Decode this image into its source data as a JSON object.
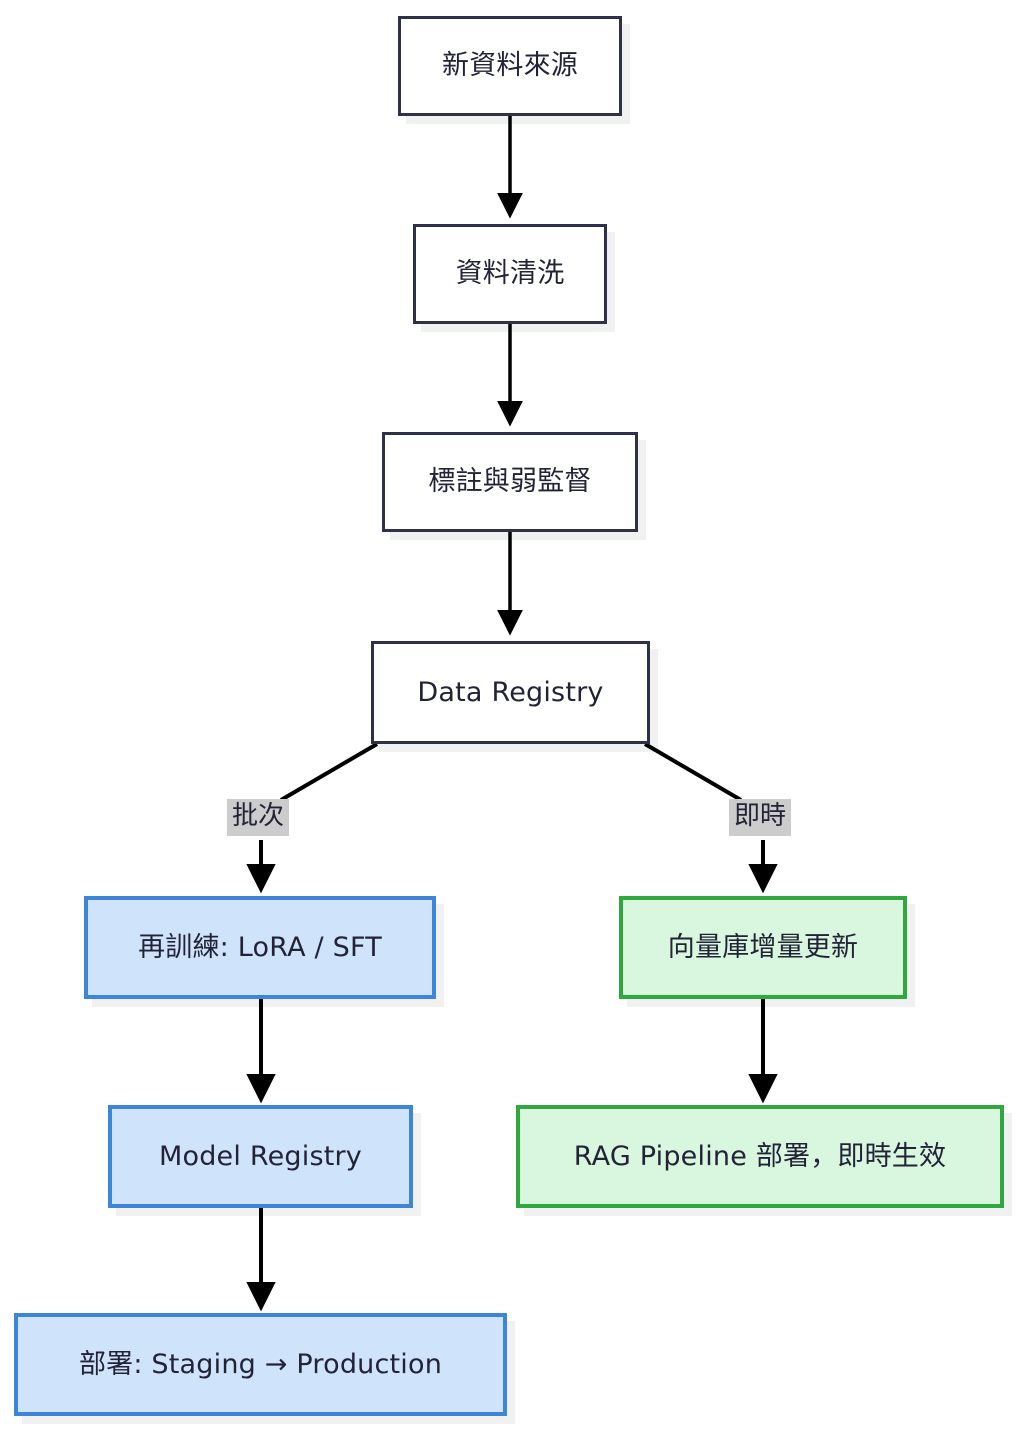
{
  "diagram": {
    "type": "flowchart",
    "direction": "top-down",
    "title": "",
    "background_color": "#ffffff",
    "styles": {
      "plain_fill": "#ffffff",
      "plain_border": "#2f3049",
      "blue_fill": "#cfe4fa",
      "blue_border": "#3d85d9",
      "green_fill": "#d9f6de",
      "green_border": "#2fa83f",
      "edge_color": "#000000",
      "edge_label_bg": "#cccccc",
      "text_color": "#232338"
    },
    "nodes": [
      {
        "id": "n1",
        "label": "新資料來源",
        "style": "plain"
      },
      {
        "id": "n2",
        "label": "資料清洗",
        "style": "plain"
      },
      {
        "id": "n3",
        "label": "標註與弱監督",
        "style": "plain"
      },
      {
        "id": "n4",
        "label": "Data Registry",
        "style": "plain"
      },
      {
        "id": "n5",
        "label": "再訓練: LoRA / SFT",
        "style": "blue"
      },
      {
        "id": "n6",
        "label": "Model Registry",
        "style": "blue"
      },
      {
        "id": "n7",
        "label": "部署: Staging → Production",
        "style": "blue"
      },
      {
        "id": "n8",
        "label": "向量庫增量更新",
        "style": "green"
      },
      {
        "id": "n9",
        "label": "RAG Pipeline 部署，即時生效",
        "style": "green"
      }
    ],
    "edges": [
      {
        "from": "n1",
        "to": "n2",
        "label": ""
      },
      {
        "from": "n2",
        "to": "n3",
        "label": ""
      },
      {
        "from": "n3",
        "to": "n4",
        "label": ""
      },
      {
        "from": "n4",
        "to": "n5",
        "label": "批次"
      },
      {
        "from": "n4",
        "to": "n8",
        "label": "即時"
      },
      {
        "from": "n5",
        "to": "n6",
        "label": ""
      },
      {
        "from": "n6",
        "to": "n7",
        "label": ""
      },
      {
        "from": "n8",
        "to": "n9",
        "label": ""
      }
    ],
    "edge_labels": {
      "batch": "批次",
      "realtime": "即時"
    }
  }
}
